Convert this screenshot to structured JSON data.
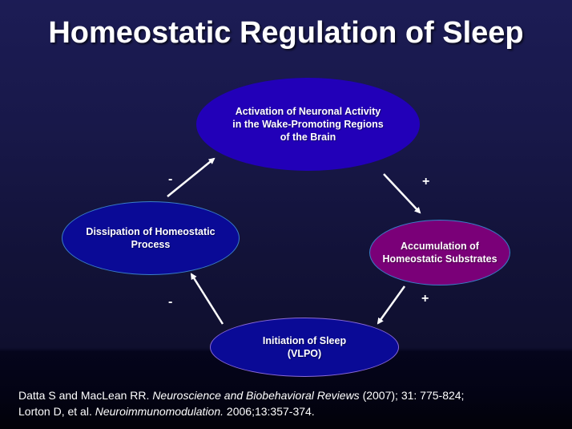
{
  "slide": {
    "title": "Homeostatic Regulation of Sleep",
    "background_colors": {
      "top": "#1c1c55",
      "bottom": "#020208"
    }
  },
  "diagram": {
    "nodes": [
      {
        "id": "activation",
        "label": "Activation of Neuronal Activity\nin the Wake-Promoting Regions\nof the Brain",
        "color": "#2200b8"
      },
      {
        "id": "accumulation",
        "label": "Accumulation of\nHomeostatic Substrates",
        "color": "#7a0078"
      },
      {
        "id": "initiation",
        "label": "Initiation of  Sleep\n(VLPO)",
        "color": "#0a0a96"
      },
      {
        "id": "dissipation",
        "label": "Dissipation of Homeostatic\nProcess",
        "color": "#0a0a96"
      }
    ],
    "edges": [
      {
        "from": "activation",
        "to": "accumulation",
        "sign": "+"
      },
      {
        "from": "accumulation",
        "to": "initiation",
        "sign": "+"
      },
      {
        "from": "initiation",
        "to": "dissipation",
        "sign": "-"
      },
      {
        "from": "dissipation",
        "to": "activation",
        "sign": "-"
      }
    ]
  },
  "citation": {
    "line1": {
      "authors": "Datta S and MacLean RR. ",
      "journal": "Neuroscience and Biobehavioral Reviews",
      "details": " (2007); 31: 775-824;"
    },
    "line2": {
      "authors": "Lorton D, et al. ",
      "journal": "Neuroimmunomodulation.",
      "details": " 2006;13:357-374."
    }
  }
}
